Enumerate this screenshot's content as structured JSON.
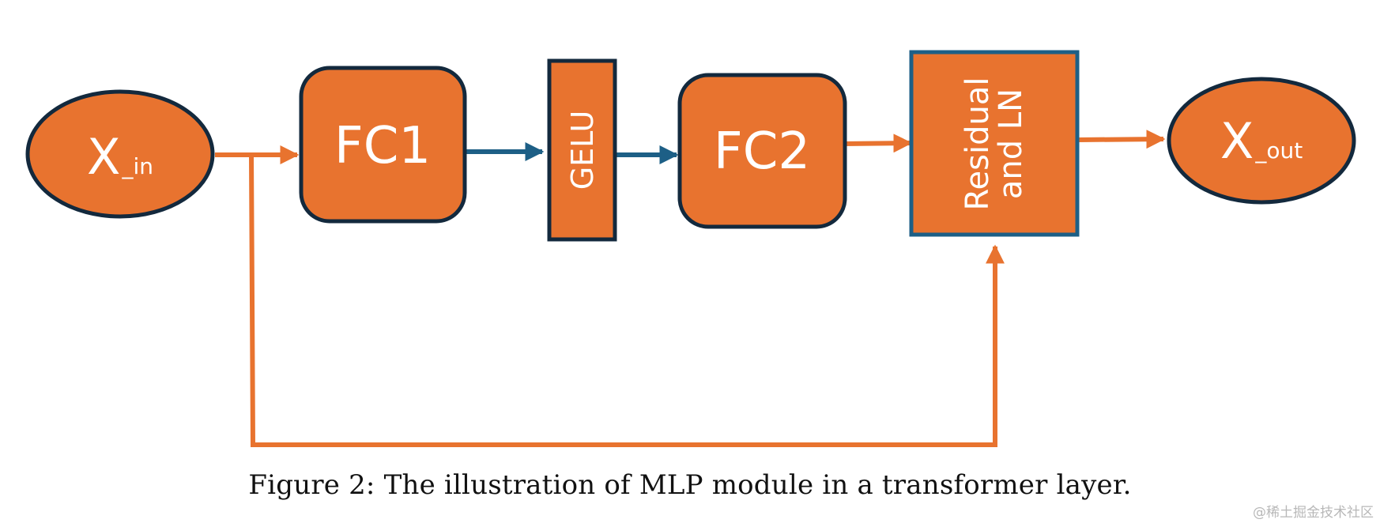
{
  "diagram": {
    "nodes": {
      "x_in": {
        "main": "X",
        "sub": "_in"
      },
      "fc1": {
        "label": "FC1"
      },
      "gelu": {
        "label": "GELU"
      },
      "fc2": {
        "label": "FC2"
      },
      "residual": {
        "line1": "Residual",
        "line2": "and LN"
      },
      "x_out": {
        "main": "X",
        "sub": "_out"
      }
    },
    "colors": {
      "node_fill": "#E8732F",
      "node_stroke": "#13293D",
      "residual_stroke": "#1D5F86",
      "arrow_orange": "#E8732F",
      "arrow_blue": "#1D5F86",
      "label_text": "#FFFFFF"
    }
  },
  "caption": "Figure 2: The illustration of MLP module in a transformer layer.",
  "watermark": "@稀土掘金技术社区"
}
